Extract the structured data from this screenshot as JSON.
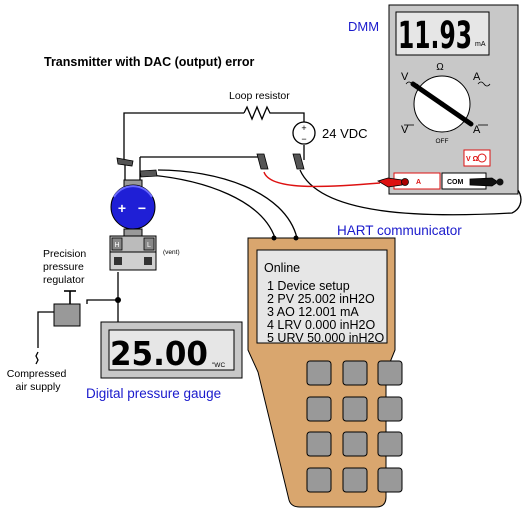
{
  "title": "Transmitter with DAC (output) error",
  "dmm": {
    "label": "DMM",
    "reading": "11.93",
    "unit": "mA",
    "knob_labels": {
      "ohm": "Ω",
      "off": "OFF",
      "v_dc": "V",
      "v_ac": "V",
      "a_dc": "A",
      "a_ac": "A"
    },
    "jack_volt_ohm": "V Ω",
    "jack_amp": "A",
    "jack_com": "COM"
  },
  "loop_resistor_label": "Loop resistor",
  "supply_label": "24 VDC",
  "supply_plus": "+",
  "supply_minus": "−",
  "transmitter": {
    "plus": "+",
    "minus": "−",
    "port_h": "H",
    "port_l": "L",
    "vent_label": "(vent)"
  },
  "regulator_label": [
    "Precision",
    "pressure",
    "regulator"
  ],
  "air_supply_label": [
    "Compressed",
    "air supply"
  ],
  "gauge": {
    "reading": "25.00",
    "unit": "\"WC",
    "label": "Digital pressure gauge"
  },
  "hart": {
    "label": "HART communicator",
    "screen_lines": [
      "Online",
      "1 Device setup",
      "2 PV   25.002 inH2O",
      "3 AO      12.001 mA",
      "4 LRV   0.000 inH2O",
      "5 URV  50.000 inH2O"
    ]
  },
  "colors": {
    "label_blue": "#1a1acc",
    "transmitter_blue": "#1f1fd6",
    "probe_red": "#dd1111",
    "meter_body": "#c8c8c8",
    "lcd_bg": "#e6e6e6",
    "hart_body": "#d9a66e"
  }
}
